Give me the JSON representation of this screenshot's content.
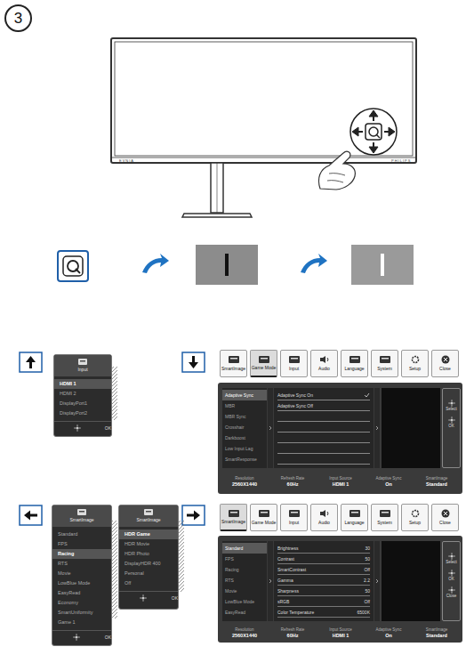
{
  "diagram": {
    "nodes": [
      {
        "text": [
          "3"
        ]
      },
      {
        "text": [
          "Input",
          "HDMI 1",
          "HDMI 2",
          "DisplayPort1",
          "DisplayPort2",
          "OK"
        ]
      },
      {
        "text": [
          "SmartImage"
        ]
      },
      {
        "text": [
          "Game Mode"
        ]
      },
      {
        "text": [
          "Input"
        ]
      },
      {
        "text": [
          "Audio"
        ]
      },
      {
        "text": [
          "Language"
        ]
      },
      {
        "text": [
          "System"
        ]
      },
      {
        "text": [
          "Setup"
        ]
      },
      {
        "text": [
          "Close"
        ]
      },
      {
        "text": [
          "Adaptive Sync",
          "MBR",
          "MBR Sync",
          "Crosshair",
          "Darkboost",
          "Low Input Lag",
          "SmartResponse"
        ]
      },
      {
        "text": [
          "Adaptive Sync On",
          "Adaptive Sync Off"
        ]
      },
      {
        "text": [
          "Select",
          "OK"
        ]
      },
      {
        "text": [
          "Resolution",
          "2560X1440",
          "Refresh Rate",
          "60Hz",
          "Input Source",
          "HDMI 1",
          "Adaptive Sync",
          "On",
          "SmartImage",
          "Standard"
        ]
      },
      {
        "text": [
          "SmartImage",
          "Standard",
          "FPS",
          "Racing",
          "RTS",
          "Movie",
          "LowBlue Mode",
          "EasyRead",
          "Economy",
          "SmartUniformity",
          "Game 1",
          "OK"
        ]
      },
      {
        "text": [
          "SmartImage",
          "HDR Game",
          "HDR Movie",
          "HDR Photo",
          "DisplayHDR 400",
          "Personal",
          "Off",
          "OK"
        ]
      },
      {
        "text": [
          "SmartImage"
        ]
      },
      {
        "text": [
          "Game Mode"
        ]
      },
      {
        "text": [
          "Input"
        ]
      },
      {
        "text": [
          "Audio"
        ]
      },
      {
        "text": [
          "Language"
        ]
      },
      {
        "text": [
          "System"
        ]
      },
      {
        "text": [
          "Setup"
        ]
      },
      {
        "text": [
          "Close"
        ]
      },
      {
        "text": [
          "Standard",
          "FPS",
          "Racing",
          "RTS",
          "Movie",
          "LowBlue Mode",
          "EasyRead"
        ]
      },
      {
        "text": [
          "Brightness",
          "30",
          "Contrast",
          "50",
          "SmartContrast",
          "Off",
          "Gamma",
          "2.2",
          "Sharpness",
          "50",
          "sRGB",
          "Off",
          "Color Temperature",
          "6500K"
        ]
      },
      {
        "text": [
          "Select",
          "OK",
          "Close"
        ]
      },
      {
        "text": [
          "Resolution",
          "2560X1440",
          "Refresh Rate",
          "60Hz",
          "Input Source",
          "HDMI 1",
          "Adaptive Sync",
          "On",
          "SmartImage",
          "Standard"
        ]
      }
    ],
    "labels": [
      "EVNIA",
      "PHILIPS"
    ]
  }
}
